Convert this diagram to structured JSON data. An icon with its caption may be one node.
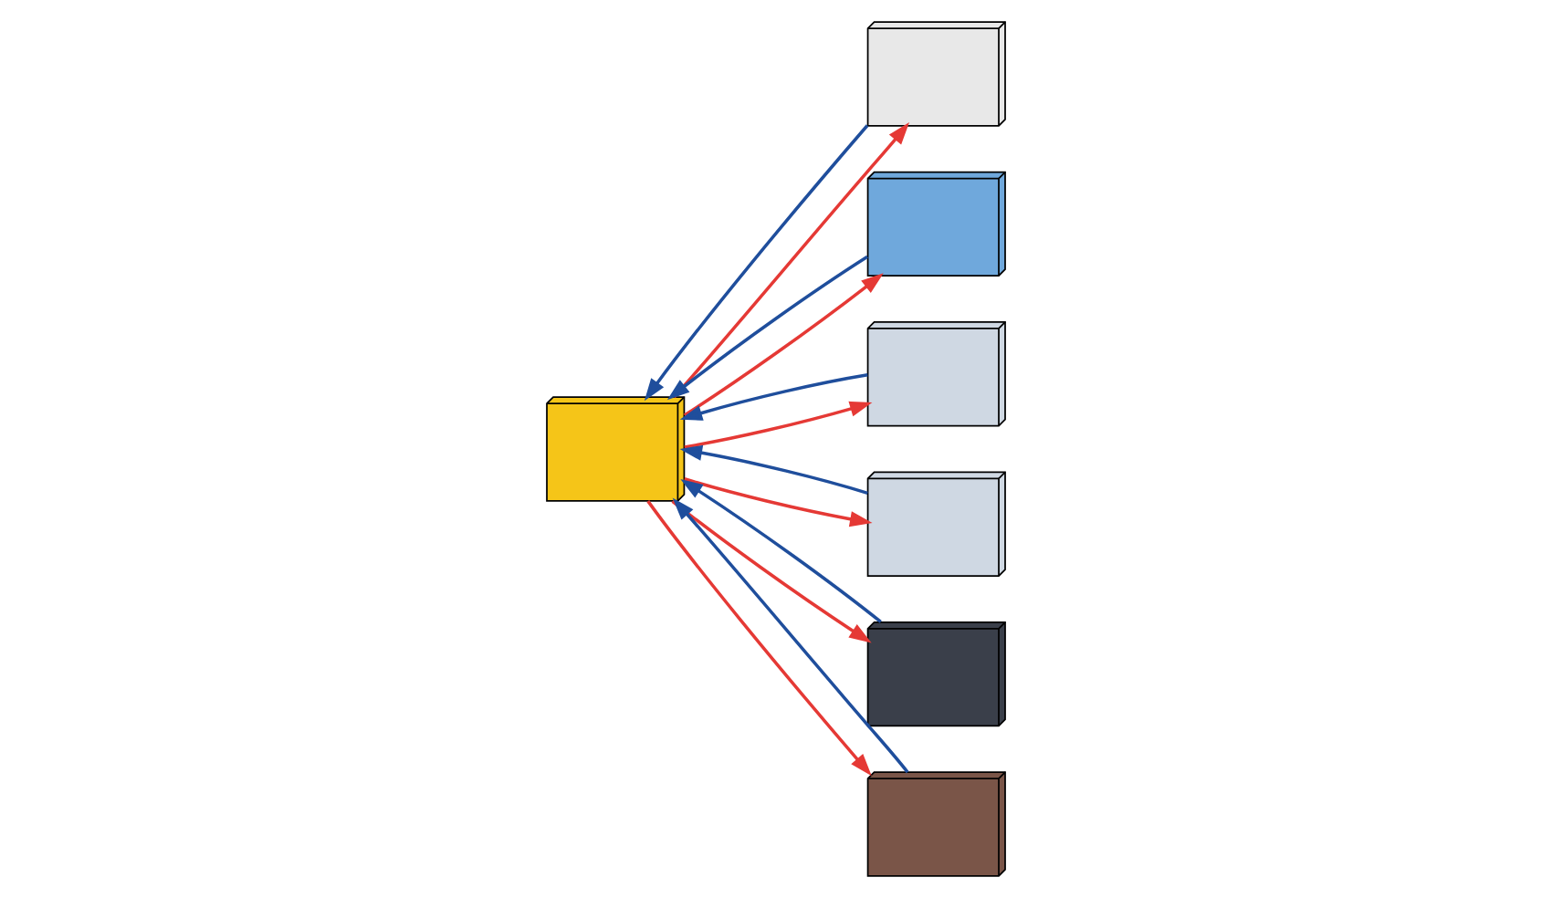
{
  "diagram": {
    "nodes": [
      {
        "text": [],
        "shape": "picture"
      },
      {
        "text": [],
        "shape": "picture"
      },
      {
        "text": [],
        "shape": "picture"
      },
      {
        "text": [],
        "shape": "picture"
      },
      {
        "text": [],
        "shape": "picture"
      },
      {
        "text": [],
        "shape": "picture"
      },
      {
        "text": [],
        "shape": "picture"
      }
    ],
    "edges": [
      {
        "from": 0,
        "to": 1,
        "arrow": "to",
        "color": "#e53935"
      },
      {
        "from": 0,
        "to": 2,
        "arrow": "to",
        "color": "#e53935"
      },
      {
        "from": 0,
        "to": 3,
        "arrow": "to",
        "color": "#e53935"
      },
      {
        "from": 0,
        "to": 4,
        "arrow": "to",
        "color": "#e53935"
      },
      {
        "from": 0,
        "to": 5,
        "arrow": "to",
        "color": "#e53935"
      },
      {
        "from": 0,
        "to": 6,
        "arrow": "to",
        "color": "#e53935"
      },
      {
        "from": 1,
        "to": 0,
        "arrow": "to",
        "color": "#1f4e9c"
      },
      {
        "from": 2,
        "to": 0,
        "arrow": "to",
        "color": "#1f4e9c"
      },
      {
        "from": 3,
        "to": 0,
        "arrow": "to",
        "color": "#1f4e9c"
      },
      {
        "from": 4,
        "to": 0,
        "arrow": "to",
        "color": "#1f4e9c"
      },
      {
        "from": 5,
        "to": 0,
        "arrow": "to",
        "color": "#1f4e9c"
      },
      {
        "from": 6,
        "to": 0,
        "arrow": "to",
        "color": "#1f4e9c"
      }
    ]
  }
}
